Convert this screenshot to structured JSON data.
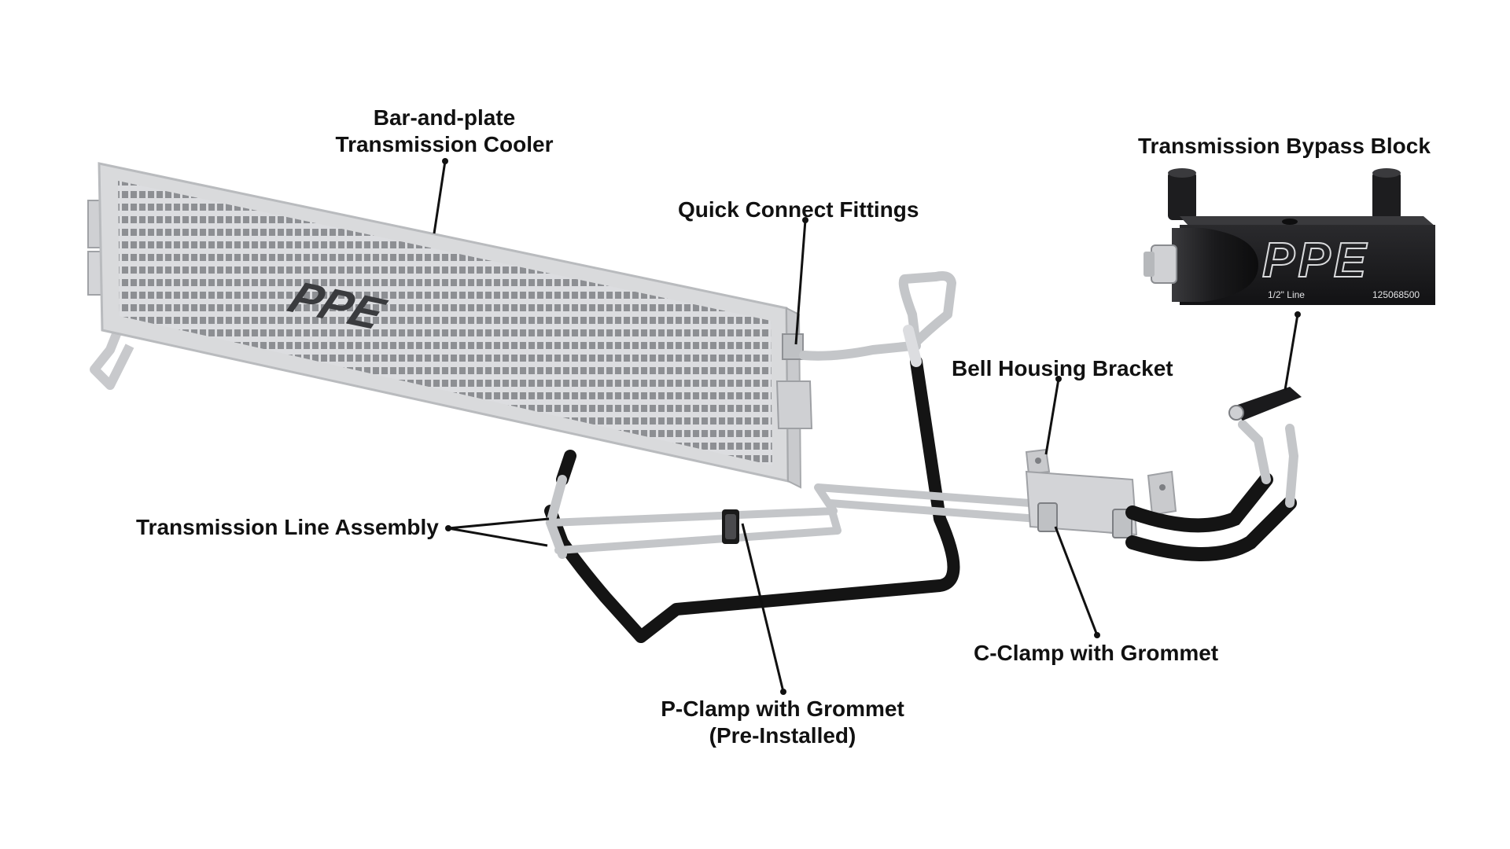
{
  "labels": {
    "cooler": {
      "line1": "Bar-and-plate",
      "line2": "Transmission Cooler"
    },
    "quick_connect": "Quick Connect Fittings",
    "bypass_block": "Transmission Bypass Block",
    "bell_housing": "Bell Housing Bracket",
    "line_assembly": "Transmission Line Assembly",
    "c_clamp": "C-Clamp with Grommet",
    "p_clamp": {
      "line1": "P-Clamp with Grommet",
      "line2": "(Pre-Installed)"
    }
  },
  "cooler_logo": "PPE",
  "bypass_block": {
    "logo": "PPE",
    "line_size": "1/2\" Line",
    "part_number": "125068500"
  },
  "colors": {
    "cooler_body": "#d9dadc",
    "cooler_fins": "#8e9094",
    "hose_black": "#141414",
    "line_silver": "#c4c6c9",
    "block_black": "#1b1b1d",
    "text": "#111111"
  }
}
